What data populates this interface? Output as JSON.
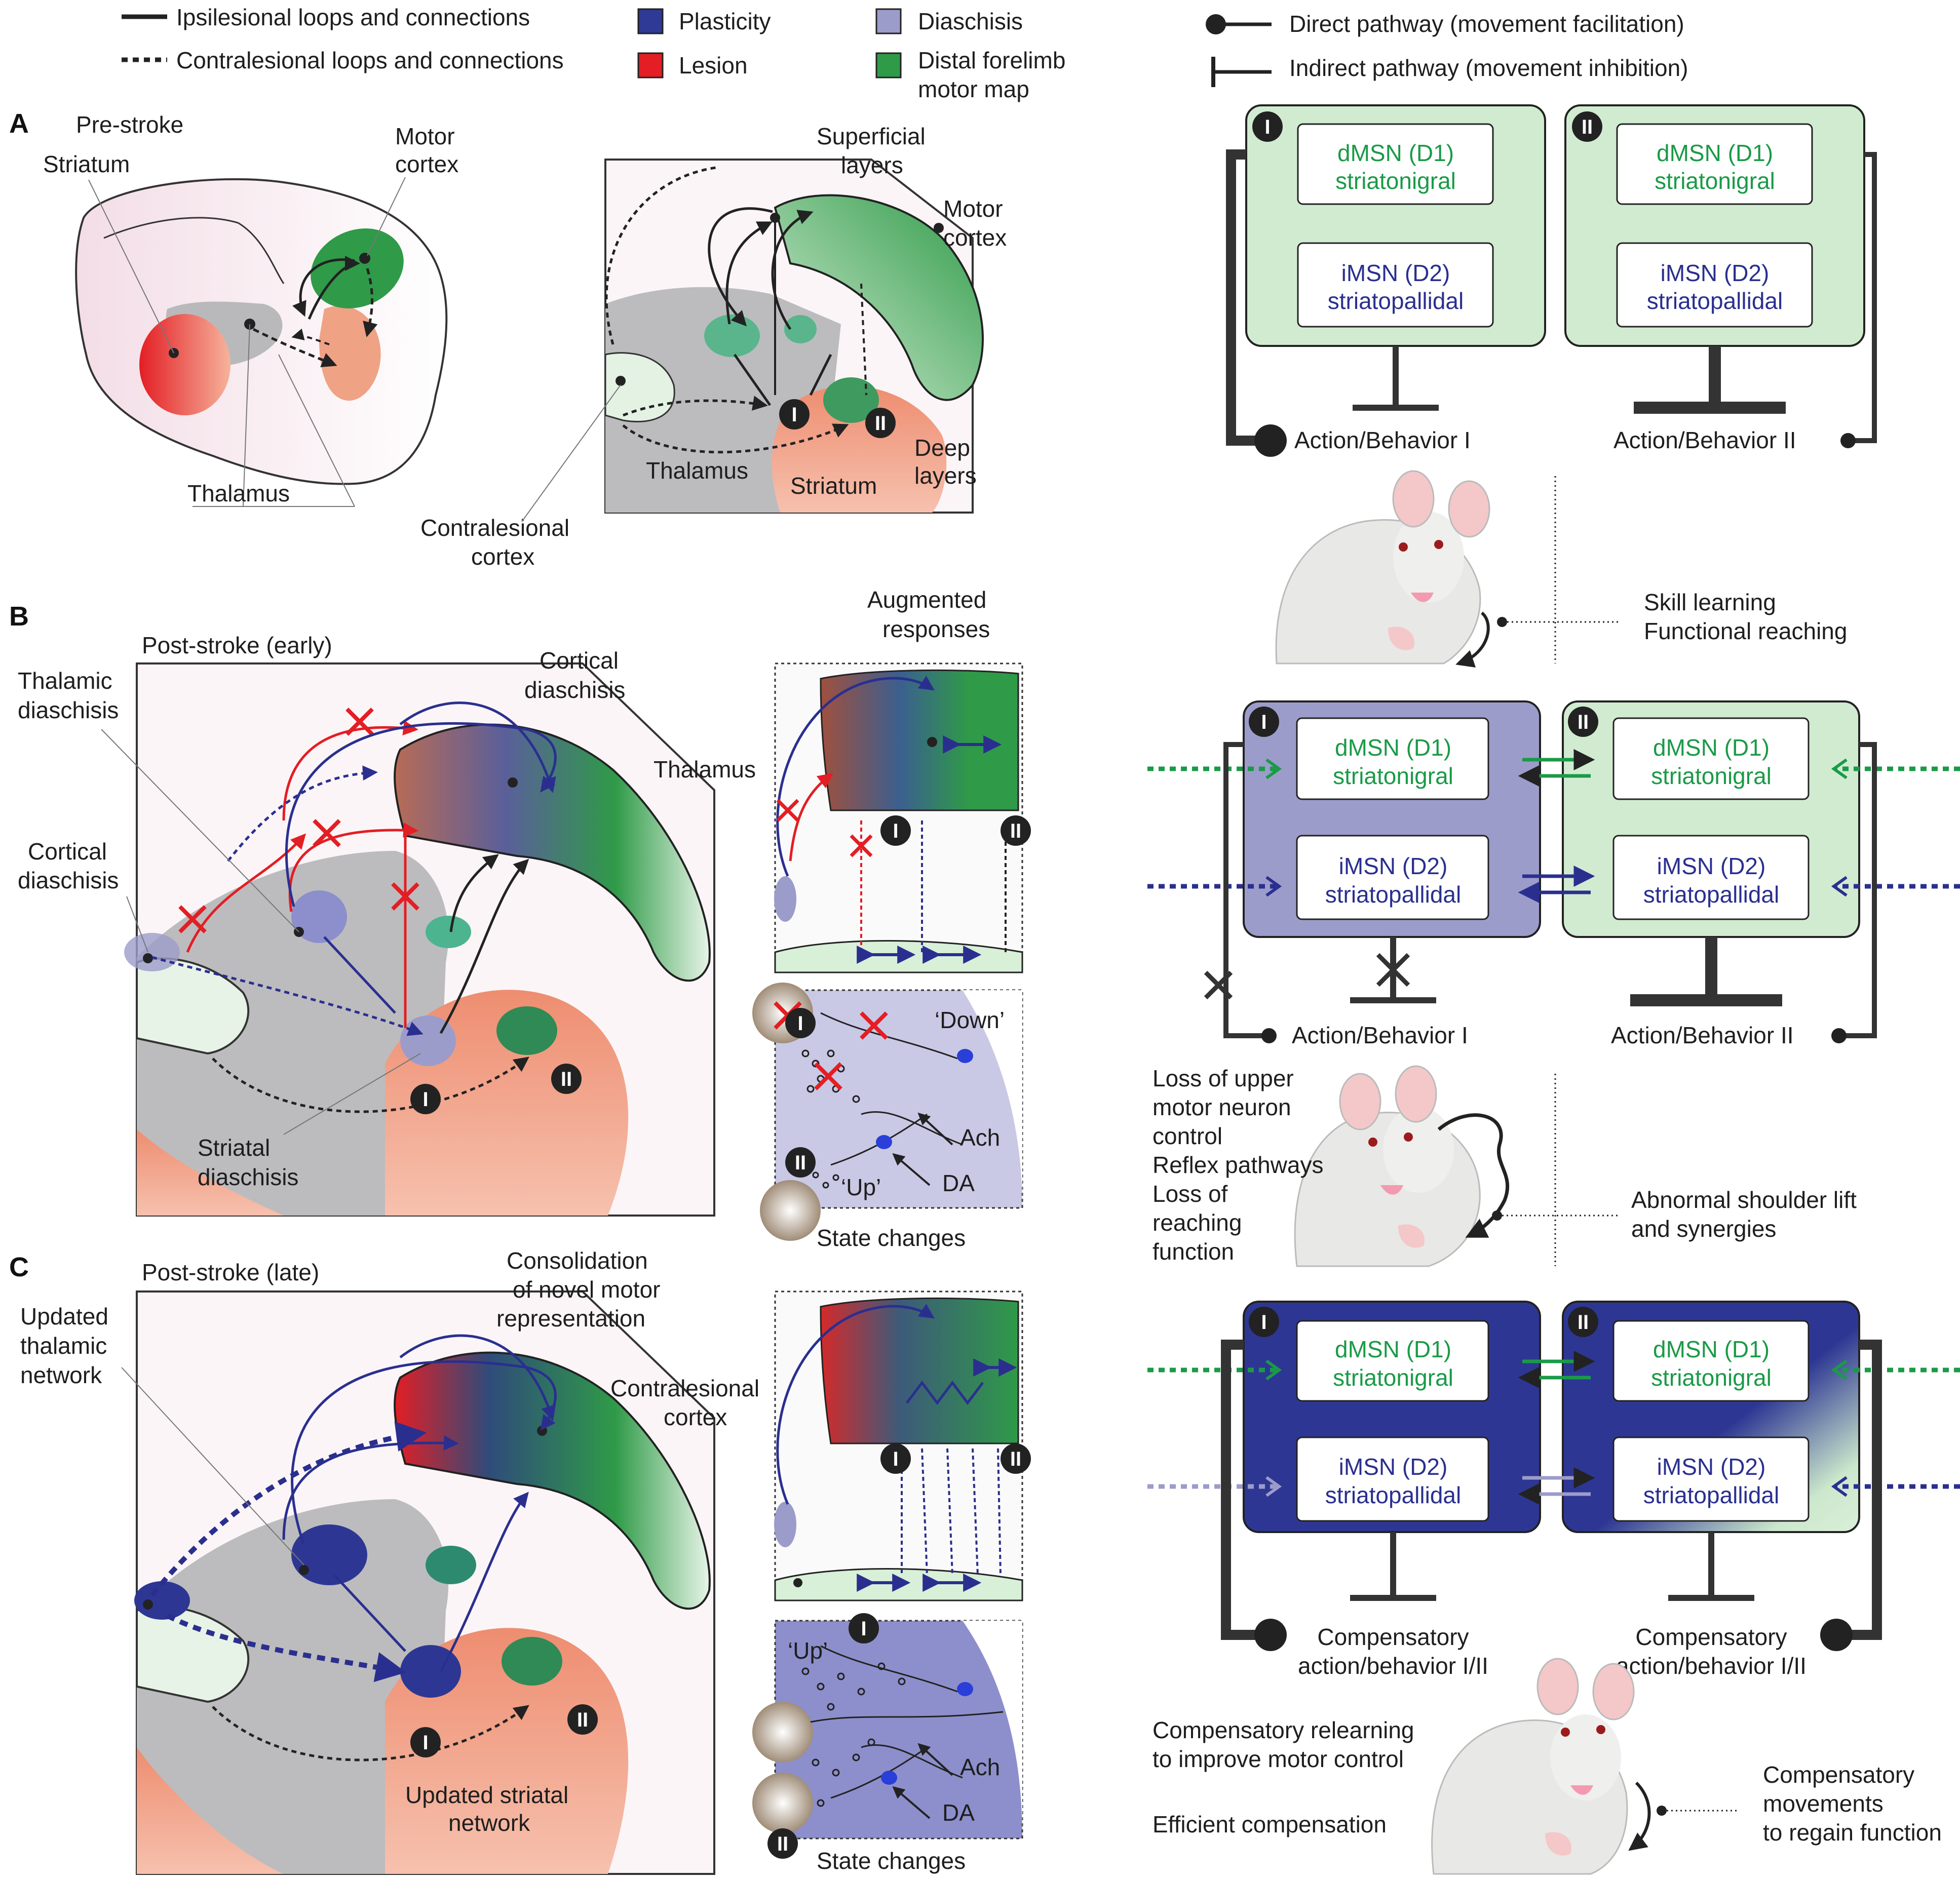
{
  "legend": {
    "ipsi": "Ipsilesional loops and connections",
    "contra": "Contralesional loops and connections",
    "plasticity": "Plasticity",
    "lesion": "Lesion",
    "diaschisis": "Diaschisis",
    "distal_line1": "Distal forelimb",
    "distal_line2": "motor map",
    "direct": "Direct pathway (movement facilitation)",
    "indirect": "Indirect pathway (movement inhibition)",
    "colors": {
      "plasticity": "#2e3a95",
      "lesion": "#e31e24",
      "diaschisis": "#9c9ccb",
      "motor_map": "#2f9a48"
    }
  },
  "panelA": {
    "letter": "A",
    "title": "Pre-stroke",
    "striatum": "Striatum",
    "motor_cortex_1": "Motor",
    "motor_cortex_2": "cortex",
    "thalamus": "Thalamus",
    "superficial_1": "Superficial",
    "superficial_2": "layers",
    "motor_cortex_b1": "Motor",
    "motor_cortex_b2": "cortex",
    "deep_1": "Deep",
    "deep_2": "layers",
    "thalamus_b": "Thalamus",
    "striatum_b": "Striatum",
    "contra_1": "Contralesional",
    "contra_2": "cortex"
  },
  "panelB": {
    "letter": "B",
    "title": "Post-stroke (early)",
    "thal_dia_1": "Thalamic",
    "thal_dia_2": "diaschisis",
    "cort_dia_1": "Cortical",
    "cort_dia_2": "diaschisis",
    "cort_dia_left_1": "Cortical",
    "cort_dia_left_2": "diaschisis",
    "striatal_dia_1": "Striatal",
    "striatal_dia_2": "diaschisis",
    "augmented_1": "Augmented",
    "augmented_2": "responses",
    "thalamus": "Thalamus",
    "down": "‘Down’",
    "up": "‘Up’",
    "ach": "Ach",
    "da": "DA",
    "state_changes": "State changes"
  },
  "panelC": {
    "letter": "C",
    "title": "Post-stroke (late)",
    "upd_thal_1": "Updated",
    "upd_thal_2": "thalamic",
    "upd_thal_3": "network",
    "consol_1": "Consolidation",
    "consol_2": "of novel motor",
    "consol_3": "representation",
    "contra_1": "Contralesional",
    "contra_2": "cortex",
    "upd_str_1": "Updated striatal",
    "upd_str_2": "network",
    "up": "‘Up’",
    "ach": "Ach",
    "da": "DA",
    "state_changes": "State changes"
  },
  "circuit": {
    "d1_line1": "dMSN (D1)",
    "d1_line2": "striatonigral",
    "d2_line1": "iMSN (D2)",
    "d2_line2": "striatopallidal",
    "num_1": "I",
    "num_2": "II"
  },
  "right": {
    "action1": "Action/Behavior I",
    "action2": "Action/Behavior II",
    "skill_1": "Skill learning",
    "skill_2": "Functional reaching",
    "loss_1": "Loss of upper",
    "loss_2": "motor neuron",
    "loss_3": "control",
    "loss_4": "Reflex pathways",
    "loss_5": "Loss of",
    "loss_6": "reaching",
    "loss_7": "function",
    "abnormal_1": "Abnormal shoulder lift",
    "abnormal_2": "and synergies",
    "comp_action_1": "Compensatory",
    "comp_action_2": "action/behavior I/II",
    "relearn_1": "Compensatory relearning",
    "relearn_2": "to improve motor control",
    "efficient": "Efficient compensation",
    "comp_move_1": "Compensatory",
    "comp_move_2": "movements",
    "comp_move_3": "to regain function"
  }
}
